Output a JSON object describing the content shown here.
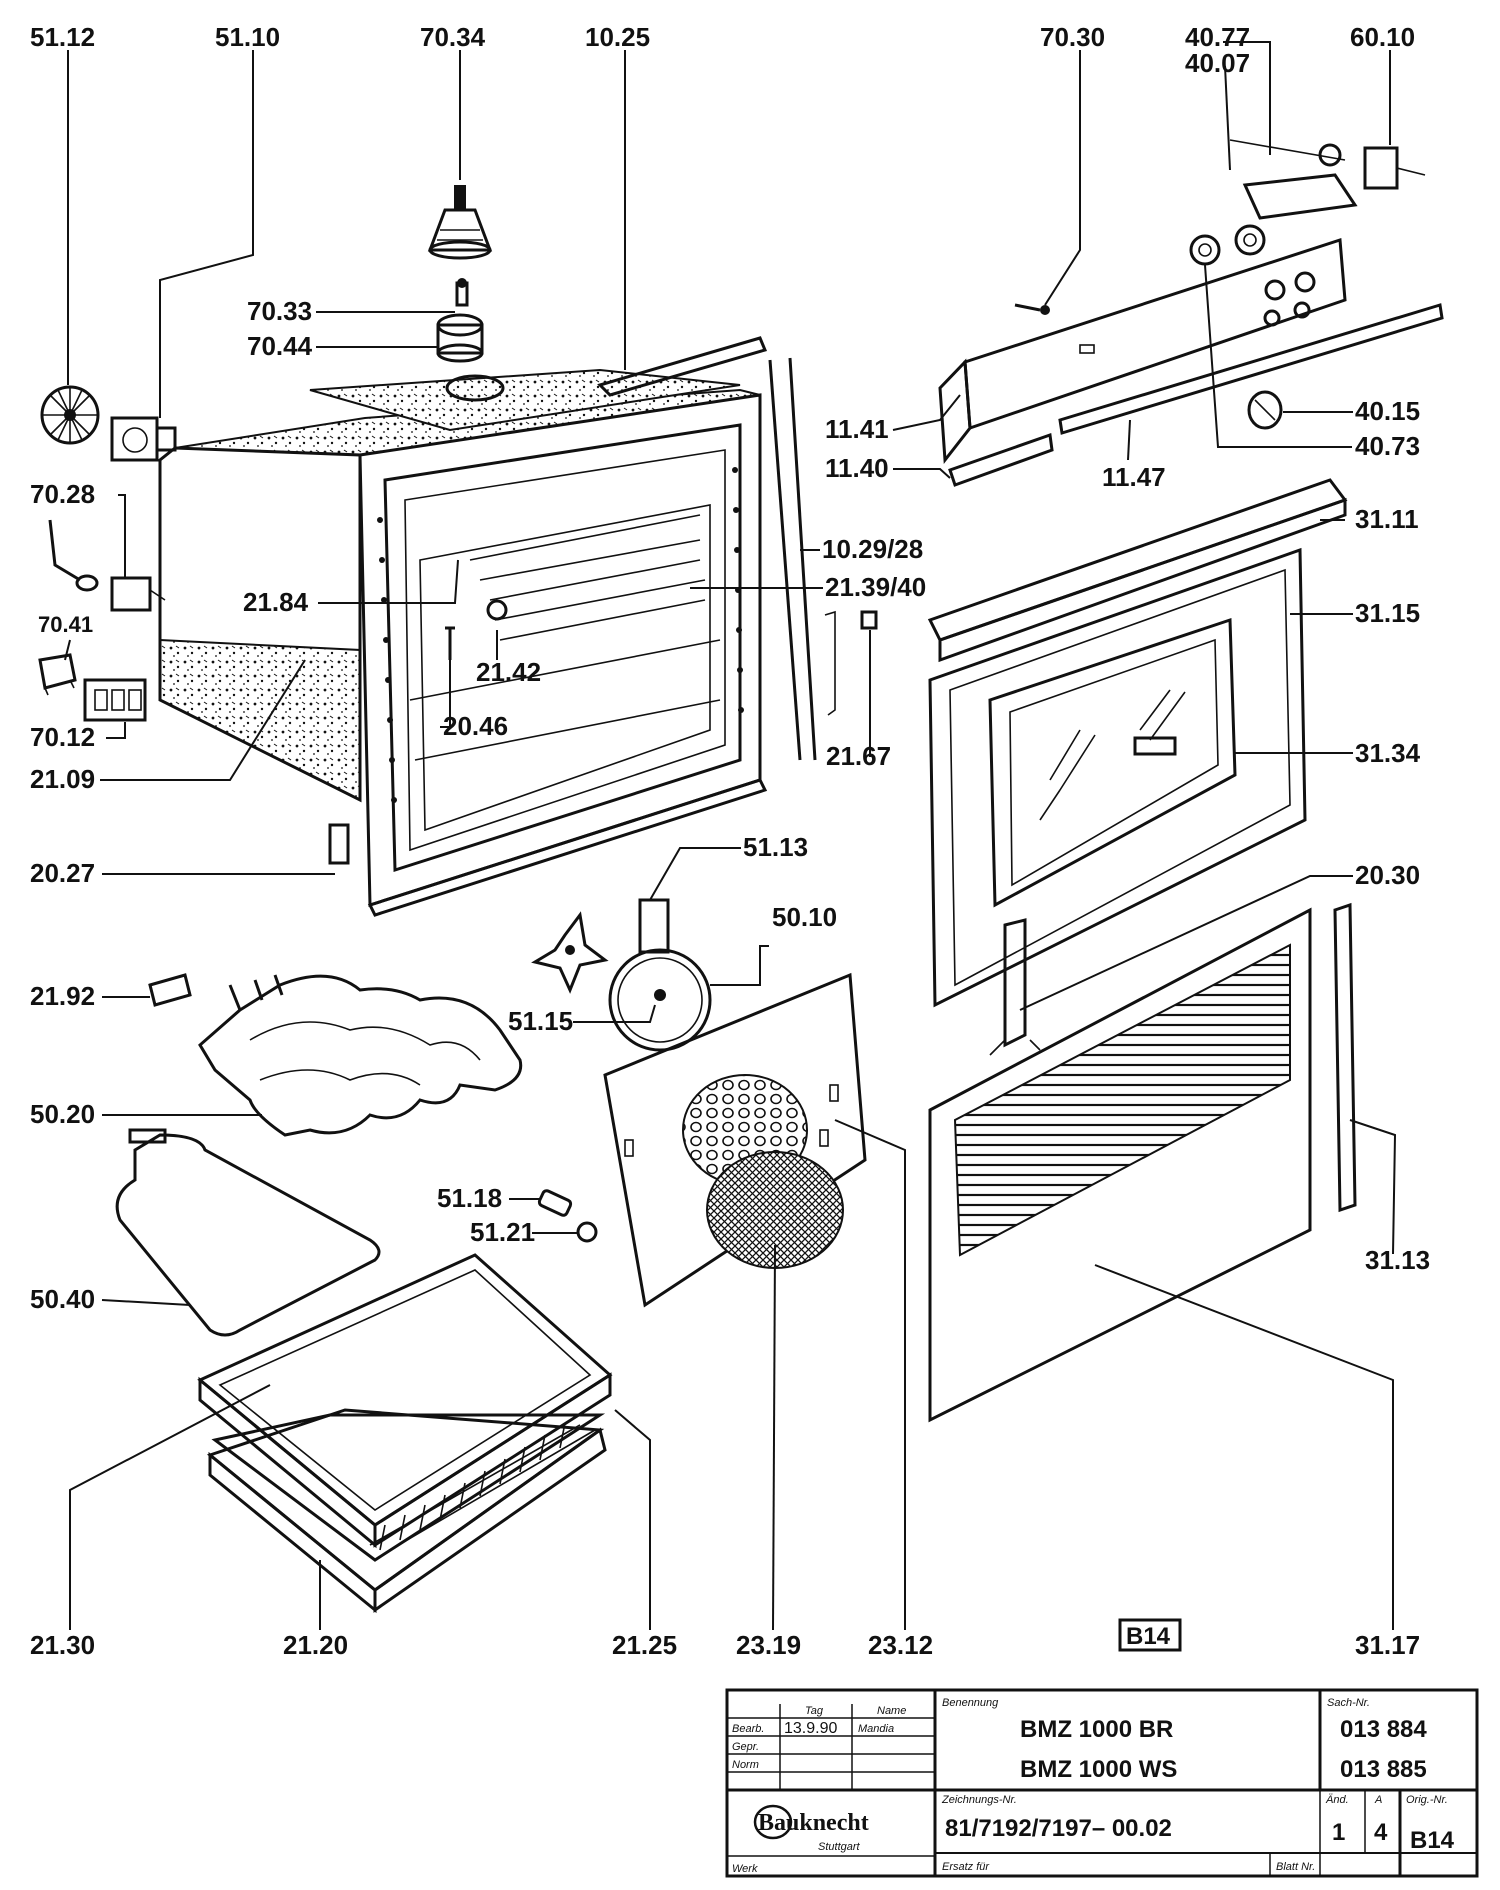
{
  "callouts": [
    {
      "id": "c1",
      "text": "51.12"
    },
    {
      "id": "c2",
      "text": "51.10"
    },
    {
      "id": "c3",
      "text": "70.34"
    },
    {
      "id": "c4",
      "text": "10.25"
    },
    {
      "id": "c5",
      "text": "70.30"
    },
    {
      "id": "c6",
      "text": "40.77"
    },
    {
      "id": "c7",
      "text": "40.07"
    },
    {
      "id": "c8",
      "text": "60.10"
    },
    {
      "id": "c9",
      "text": "70.33"
    },
    {
      "id": "c10",
      "text": "70.44"
    },
    {
      "id": "c11",
      "text": "11.41"
    },
    {
      "id": "c12",
      "text": "11.40"
    },
    {
      "id": "c13",
      "text": "11.47"
    },
    {
      "id": "c14",
      "text": "40.15"
    },
    {
      "id": "c15",
      "text": "40.73"
    },
    {
      "id": "c16",
      "text": "70.28"
    },
    {
      "id": "c17",
      "text": "31.11"
    },
    {
      "id": "c18",
      "text": "10.29/28"
    },
    {
      "id": "c19",
      "text": "21.84"
    },
    {
      "id": "c20",
      "text": "21.39/40"
    },
    {
      "id": "c21",
      "text": "31.15"
    },
    {
      "id": "c22",
      "text": "70.41"
    },
    {
      "id": "c23",
      "text": "21.42"
    },
    {
      "id": "c24",
      "text": "20.46"
    },
    {
      "id": "c25",
      "text": "70.12"
    },
    {
      "id": "c26",
      "text": "21.67"
    },
    {
      "id": "c27",
      "text": "31.34"
    },
    {
      "id": "c28",
      "text": "21.09"
    },
    {
      "id": "c29",
      "text": "20.27"
    },
    {
      "id": "c30",
      "text": "51.13"
    },
    {
      "id": "c31",
      "text": "20.30"
    },
    {
      "id": "c32",
      "text": "50.10"
    },
    {
      "id": "c33",
      "text": "21.92"
    },
    {
      "id": "c34",
      "text": "51.15"
    },
    {
      "id": "c35",
      "text": "50.20"
    },
    {
      "id": "c36",
      "text": "51.18"
    },
    {
      "id": "c37",
      "text": "51.21"
    },
    {
      "id": "c38",
      "text": "31.13"
    },
    {
      "id": "c39",
      "text": "50.40"
    },
    {
      "id": "c40",
      "text": "21.30"
    },
    {
      "id": "c41",
      "text": "21.20"
    },
    {
      "id": "c42",
      "text": "21.25"
    },
    {
      "id": "c43",
      "text": "23.19"
    },
    {
      "id": "c44",
      "text": "23.12"
    },
    {
      "id": "c45",
      "text": "31.17"
    }
  ],
  "sheet_badge": "B14",
  "title_block": {
    "col_tag": "Tag",
    "col_name": "Name",
    "row_bearb": "Bearb.",
    "row_gepr": "Gepr.",
    "row_norm": "Norm",
    "bearb_date": "13.9.90",
    "bearb_name": "Mandia",
    "benennung_label": "Benennung",
    "model_1": "BMZ  1000  BR",
    "model_2": "BMZ  1000  WS",
    "sach_label": "Sach-Nr.",
    "sach_1": "013 884",
    "sach_2": "013 885",
    "brand": "Bauknecht",
    "brand_city": "Stuttgart",
    "werk_label": "Werk",
    "zeich_label": "Zeichnungs-Nr.",
    "drawing_no": "81/7192/7197– 00.02",
    "ersatz_label": "Ersatz für",
    "blatt_label": "Blatt Nr.",
    "aend_label": "Änd.",
    "aend_value": "1",
    "a_label": "A",
    "a_value": "4",
    "orig_label": "Orig.-Nr.",
    "orig_value": "B14"
  }
}
